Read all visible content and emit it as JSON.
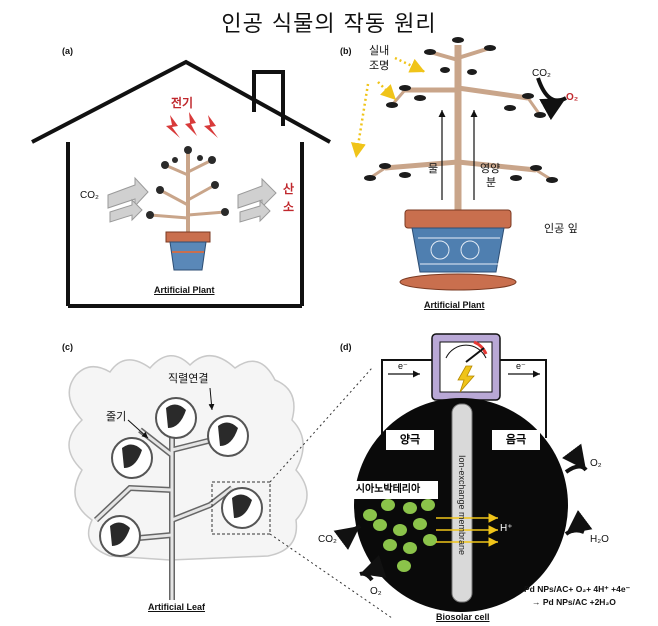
{
  "title": "인공 식물의 작동 원리",
  "panel_a": {
    "label": "(a)",
    "electricity": "전기",
    "co2": "CO₂",
    "oxygen_1": "산",
    "oxygen_2": "소",
    "caption": "Artificial Plant"
  },
  "panel_b": {
    "label": "(b)",
    "indoor_light_1": "실내",
    "indoor_light_2": "조명",
    "co2": "CO₂",
    "o2": "O₂",
    "water": "물",
    "nutrient_1": "영양",
    "nutrient_2": "분",
    "leaf": "인공 잎",
    "caption": "Artificial Plant"
  },
  "panel_c": {
    "label": "(c)",
    "series": "직렬연결",
    "stem": "줄기",
    "caption": "Artificial Leaf"
  },
  "panel_d": {
    "label": "(d)",
    "e_left": "e⁻",
    "e_right": "e⁻",
    "anode": "양극",
    "cathode": "음극",
    "cyano": "시아노박테리아",
    "membrane": "Ion-exchange membrane",
    "hplus": "H⁺",
    "o2_right": "O₂",
    "h2o": "H₂O",
    "co2": "CO₂",
    "o2_bottom": "O₂",
    "eq_line1": "Pd NPs/AC+ O₂+ 4H⁺ +4e⁻",
    "eq_line2": "→ Pd NPs/AC +2H₂O",
    "caption": "Biosolar cell"
  },
  "colors": {
    "red_label": "#c0282d",
    "pot": "#c96f4e",
    "cell_black": "#0a0a0a",
    "bacteria": "#8bc34a",
    "membrane": "#d9d9d9",
    "arrow_yellow": "#f0c419"
  }
}
